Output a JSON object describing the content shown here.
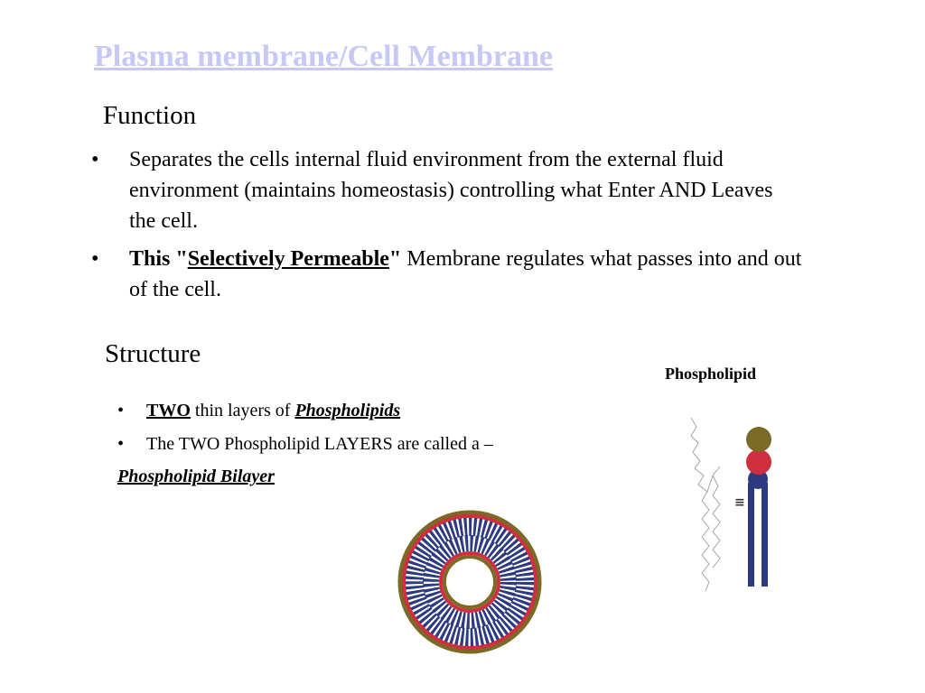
{
  "title": "Plasma membrane/Cell Membrane",
  "function": {
    "heading": "Function",
    "bullet1": "Separates the cells internal fluid environment from the external fluid environment (maintains homeostasis) controlling what Enter AND Leaves the cell.",
    "bullet2": {
      "bold_lead": "This \"",
      "bold_underlined": "Selectively Permeable",
      "bold_close": "\"",
      "rest": " Membrane regulates what passes into and out of the cell."
    }
  },
  "structure": {
    "heading": "Structure",
    "bullet1": {
      "bold": "TWO",
      "middle": " thin layers of ",
      "italic": "Phospholipids"
    },
    "bullet2": "The TWO Phospholipid LAYERS are called a –",
    "term": "Phospholipid Bilayer"
  },
  "phospholipid_caption": "Phospholipid",
  "bullet_char": "•",
  "colors": {
    "title": "#c6c8f6",
    "tail": "#2e3a80",
    "phosphate": "#cf2f3e",
    "choline": "#7a6a25"
  }
}
